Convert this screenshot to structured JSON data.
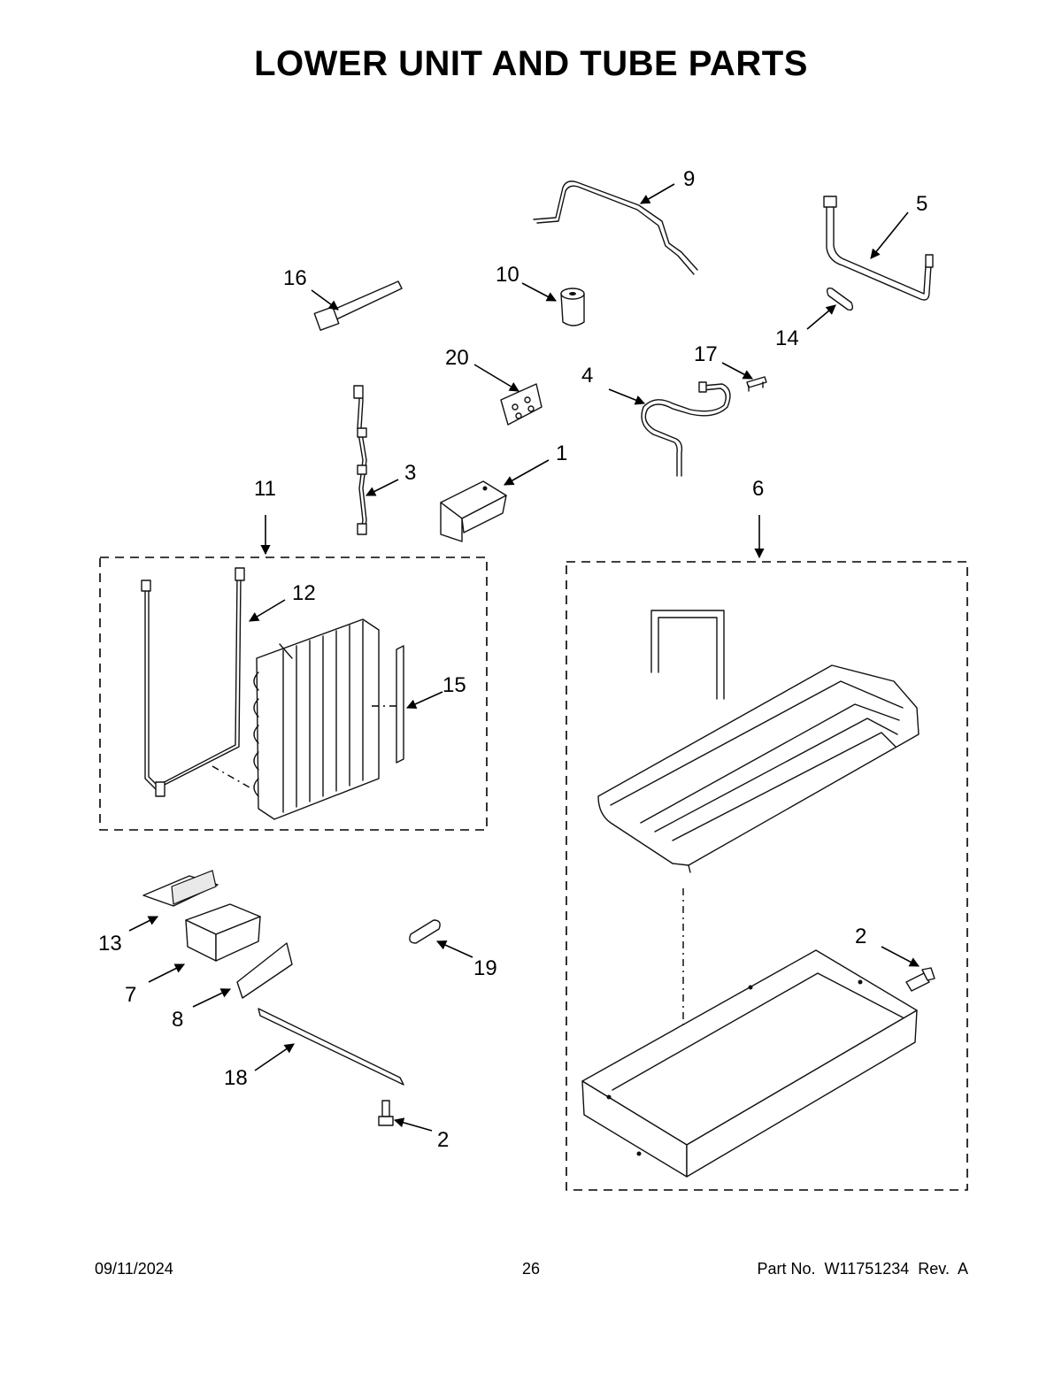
{
  "page": {
    "title": "LOWER UNIT AND TUBE PARTS",
    "footer_date": "09/11/2024",
    "page_number": "26",
    "part_number": "Part No.  W11751234  Rev.  A"
  },
  "callouts": {
    "c1": "1",
    "c2a": "2",
    "c2b": "2",
    "c3": "3",
    "c4": "4",
    "c5": "5",
    "c6": "6",
    "c7": "7",
    "c8": "8",
    "c9": "9",
    "c10": "10",
    "c11": "11",
    "c12": "12",
    "c13": "13",
    "c14": "14",
    "c15": "15",
    "c16": "16",
    "c17": "17",
    "c18": "18",
    "c19": "19",
    "c20": "20"
  }
}
